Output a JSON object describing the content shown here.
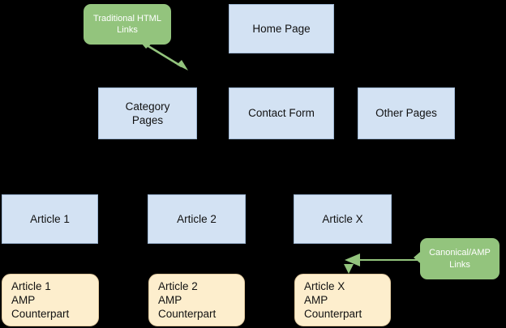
{
  "diagram": {
    "title": "AMP site structure diagram",
    "background_color": "#000000",
    "colors": {
      "page_box_fill": "#d3e2f3",
      "page_box_stroke": "#9fb8d4",
      "amp_box_fill": "#fdeecd",
      "amp_box_stroke": "#e2caa0",
      "callout_fill": "#93c47d",
      "callout_text": "#ffffff",
      "arrow": "#93c47d",
      "node_text": "#111111"
    },
    "nodes": {
      "home_page": {
        "label": "Home Page"
      },
      "category_pages": {
        "label": "Category\nPages"
      },
      "contact_form": {
        "label": "Contact Form"
      },
      "other_pages": {
        "label": "Other Pages"
      },
      "article_1": {
        "label": "Article 1"
      },
      "article_2": {
        "label": "Article 2"
      },
      "article_x": {
        "label": "Article X"
      },
      "article_1_amp": {
        "label": "Article 1\nAMP\nCounterpart"
      },
      "article_2_amp": {
        "label": "Article 2\nAMP\nCounterpart"
      },
      "article_x_amp": {
        "label": "Article X\nAMP\nCounterpart"
      }
    },
    "callouts": {
      "traditional_html_links": {
        "label": "Traditional HTML\nLinks"
      },
      "canonical_amp_links": {
        "label": "Canonical/AMP\nLinks"
      }
    }
  }
}
